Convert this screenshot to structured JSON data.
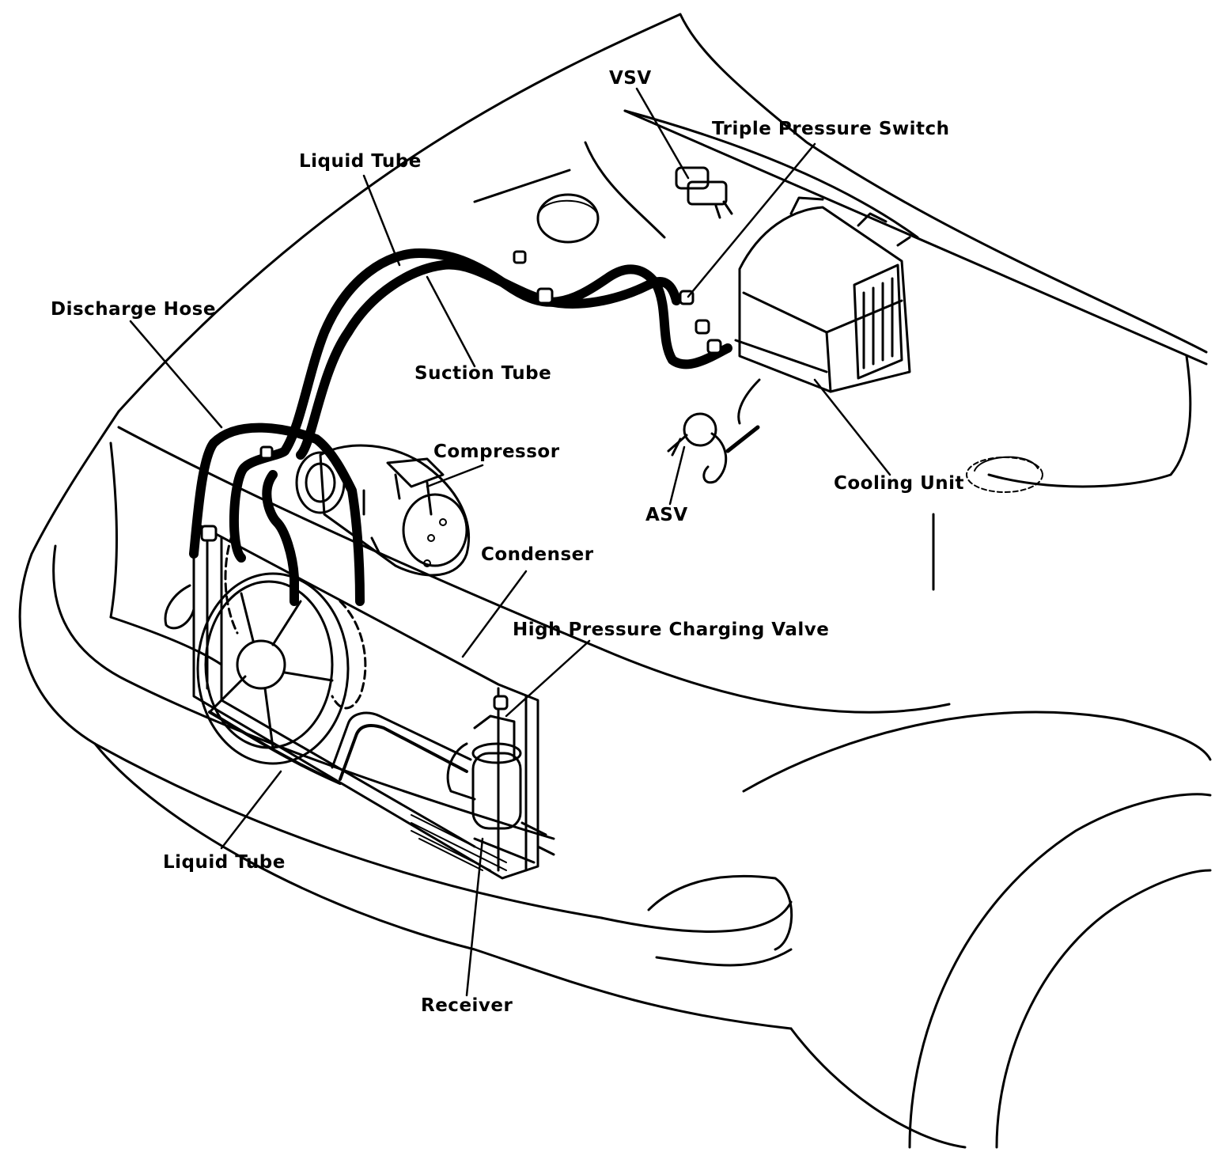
{
  "diagram": {
    "labels": {
      "vsv": "VSV",
      "triple_pressure_switch": "Triple Pressure Switch",
      "liquid_tube_top": "Liquid Tube",
      "discharge_hose": "Discharge Hose",
      "suction_tube": "Suction Tube",
      "compressor": "Compressor",
      "condenser": "Condenser",
      "asv": "ASV",
      "cooling_unit": "Cooling Unit",
      "high_pressure_charging_valve": "High Pressure Charging Valve",
      "liquid_tube_bottom": "Liquid Tube",
      "receiver": "Receiver"
    },
    "colors": {
      "line": "#000000",
      "background": "#ffffff"
    }
  }
}
